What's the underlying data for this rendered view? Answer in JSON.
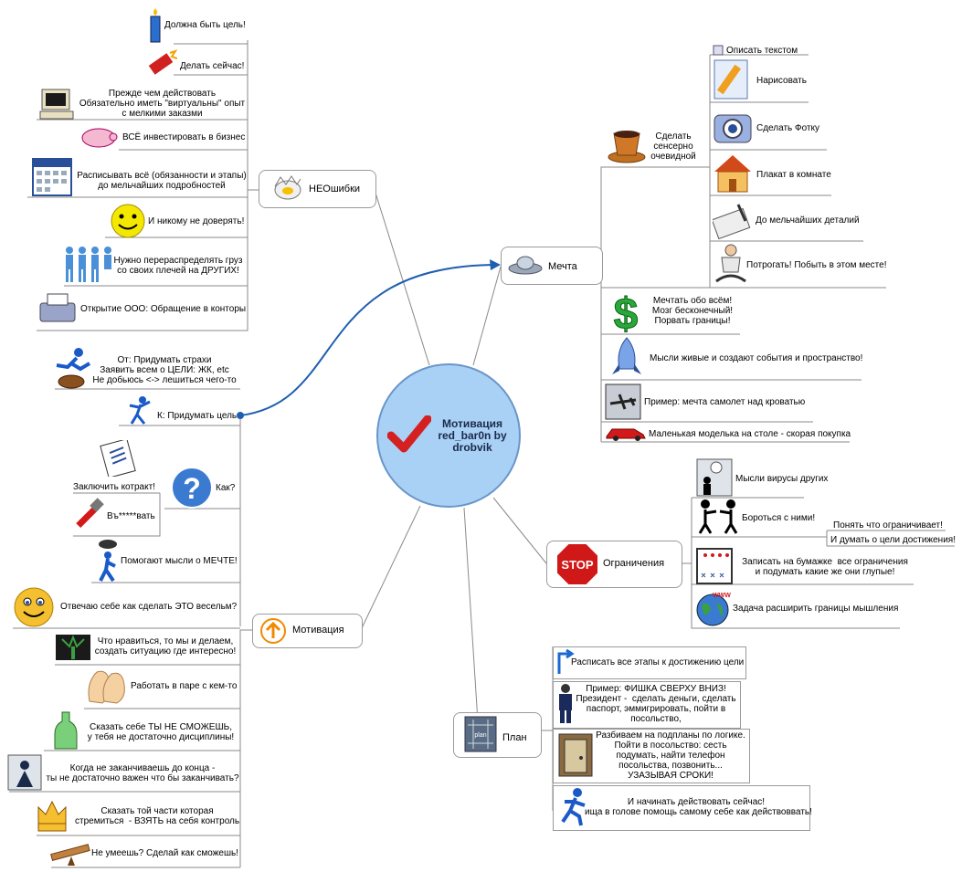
{
  "center": {
    "title": "Мотивация red_bar0n by drobvik",
    "icon": "checkmark-icon"
  },
  "branches": {
    "mistakes": {
      "label": "НЕОшибки",
      "icon": "cracked-egg-icon",
      "items": [
        {
          "text": "Должна быть цель!",
          "icon": "candle-icon"
        },
        {
          "text": "Делать сейчас!",
          "icon": "firecracker-icon"
        },
        {
          "text": "Прежде чем действовать\nОбязательно иметь \"виртуальны\" опыт\nс мелкими заказми",
          "icon": "computer-icon"
        },
        {
          "text": "ВСЁ инвестировать в бизнес",
          "icon": "piggy-bank-icon"
        },
        {
          "text": "Расписывать всё (обязанности и этапы)\nдо мельчайших подробностей",
          "icon": "calendar-icon"
        },
        {
          "text": "И никому не доверять!",
          "icon": "smiley-icon"
        },
        {
          "text": "Нужно перераспределять груз\nсо своих плечей на ДРУГИХ!",
          "icon": "people-icon"
        },
        {
          "text": "Открытие ООО: Обращение в конторы",
          "icon": "fax-icon"
        }
      ]
    },
    "dream": {
      "label": "Мечта",
      "icon": "ufo-icon",
      "items": [
        {
          "text": "Сделать\nсенсерно\nочевидной",
          "icon": "coffee-cup-icon",
          "subitems": [
            {
              "text": "Описать текстом",
              "icon": "small-doc-icon"
            },
            {
              "text": "Нарисовать",
              "icon": "pencil-note-icon"
            },
            {
              "text": "Сделать Фотку",
              "icon": "camera-icon"
            },
            {
              "text": "Плакат в комнате",
              "icon": "house-icon"
            },
            {
              "text": "До мельчайших деталий",
              "icon": "notebook-pen-icon"
            },
            {
              "text": "Потрогать! Побыть в этом месте!",
              "icon": "meditation-icon"
            }
          ]
        },
        {
          "text": "Мечтать обо всём!\nМозг бесконечный!\nПорвать границы!",
          "icon": "dollar-icon"
        },
        {
          "text": "Мысли живые и создают события и пространство!",
          "icon": "rocket-icon"
        },
        {
          "text": "Пример: мечта самолет над кроватью",
          "icon": "airplane-icon"
        },
        {
          "text": "Маленькая моделька на столе -  скорая покупка",
          "icon": "car-icon"
        }
      ]
    },
    "limits": {
      "label": "Ограничения",
      "icon": "stop-sign-icon",
      "stop_text": "STOP",
      "items": [
        {
          "text": "Мысли вирусы других",
          "icon": "thinking-person-icon"
        },
        {
          "text": "Бороться с ними!",
          "icon": "fighting-icon",
          "subitems": [
            {
              "text": "Понять что ограничивает!"
            },
            {
              "text": "И думать о цели достижения!"
            }
          ]
        },
        {
          "text": "Записать на бумажке  все ограничения\nи подумать какие же они глупые!",
          "icon": "strategy-board-icon"
        },
        {
          "text": "Задача расширить границы мышления",
          "icon": "globe-icon",
          "globe_text": "WWW"
        }
      ]
    },
    "plan": {
      "label": "План",
      "icon": "plan-board-icon",
      "plan_text": "plan",
      "items": [
        {
          "text": "Расписать все этапы к достижению цели",
          "icon": "arrow-up-icon"
        },
        {
          "text": "Пример: ФИШКА СВЕРХУ ВНИЗ!\nПрезидент -  сделать деньги, сделать\nпаспорт, эммигрировать, пойти в\nпосольство,",
          "icon": "businessman-icon"
        },
        {
          "text": "Разбиваем на подпланы по логике.\nПойти в посольство: сесть\nподумать, найти телефон\nпосольства, позвонить...\nУЗАЗЫВАЯ СРОКИ!",
          "icon": "door-icon"
        },
        {
          "text": "И начинать действовать сейчас!\nища в голове помощь самому себе как действоввать!",
          "icon": "running-man-icon"
        }
      ]
    },
    "motivation": {
      "label": "Мотивация",
      "icon": "orange-up-arrow-icon",
      "items": [
        {
          "text": "Отвечаю себе как сделать ЭТО весельм?",
          "icon": "big-smiley-icon"
        },
        {
          "text": "Что нравиться, то мы и делаем,\nсоздать ситуацию где интересно!",
          "icon": "tree-icon"
        },
        {
          "text": "Работать в паре с кем-то",
          "icon": "feet-icon"
        },
        {
          "text": "Сказать себе ТЫ НЕ СМОЖЕШЬ,\nу тебя не достаточно дисциплины!",
          "icon": "bottle-icon"
        },
        {
          "text": "Когда не заканчиваешь до конца -\nты не достаточно важен что бы заканчивать?",
          "icon": "dark-figure-icon"
        },
        {
          "text": "Сказать той части которая\nстремиться  - ВЗЯТЬ на себя контроль",
          "icon": "crown-icon"
        },
        {
          "text": "Не умеешь? Сделай как сможешь!",
          "icon": "seesaw-icon"
        }
      ]
    },
    "goal": {
      "label": "К: Придумать цель",
      "icon": "jumping-man-icon",
      "items": [
        {
          "text": "От: Придумать страхи\nЗаявить всем о ЦЕЛИ: ЖК, etc\nНе добьюсь <-> лешиться чего-то",
          "icon": "barrel-jump-icon"
        },
        {
          "text": "Как?",
          "icon": "question-icon",
          "subitems": [
            {
              "text": "Заключить котракт!",
              "icon": "contract-icon"
            },
            {
              "text": "Въ*****вать",
              "icon": "wrench-icon"
            }
          ]
        },
        {
          "text": "Помогают мысли о МЕЧТЕ!",
          "icon": "dreaming-figure-icon"
        }
      ]
    }
  },
  "colors": {
    "center_fill": "#a9d0f5",
    "center_border": "#6a95c8",
    "link": "#1f5fb0",
    "line": "#7f7f7f",
    "check": "#d42020"
  }
}
